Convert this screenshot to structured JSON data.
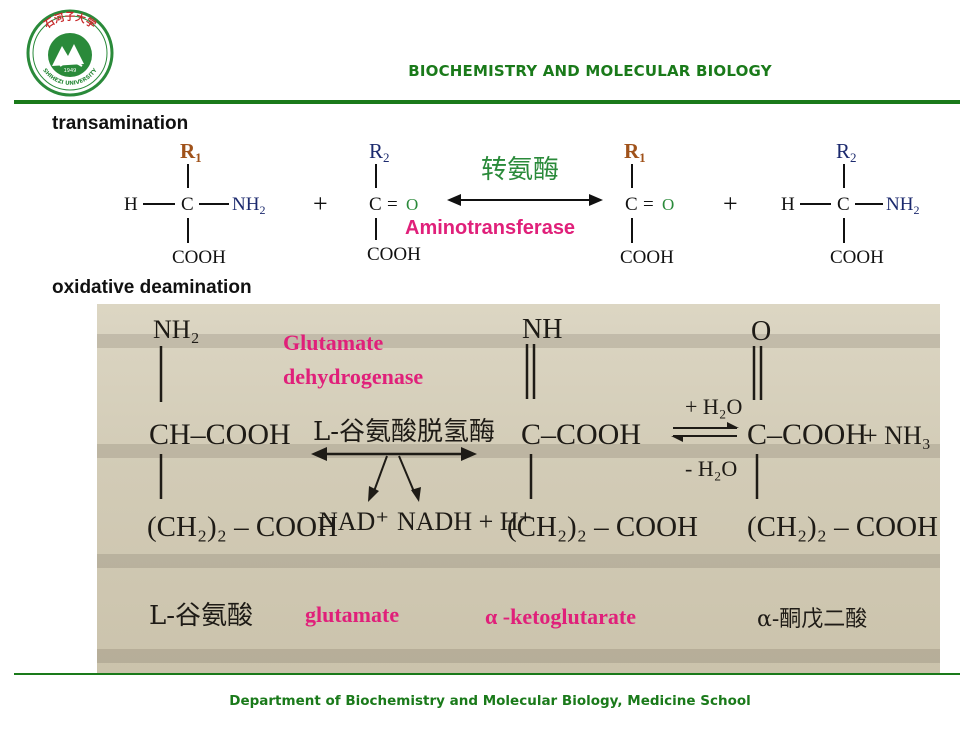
{
  "header": {
    "title": "BIOCHEMISTRY  AND MOLECULAR BIOLOGY"
  },
  "logo": {
    "seal_text": "石河子大学",
    "ring_text": "SHIHEZI UNIVERSITY",
    "year": "1949"
  },
  "sections": {
    "transamination": {
      "label": "transamination"
    },
    "oxidative": {
      "label": "oxidative deamination"
    }
  },
  "transamination_eq": {
    "mol1": {
      "r": "R",
      "r_sub": "1",
      "h": "H",
      "c": "C",
      "nh2": "NH",
      "nh2_sub": "2",
      "cooh": "COOH"
    },
    "plus": "+",
    "mol2": {
      "r": "R",
      "r_sub": "2",
      "c": "C",
      "eq": "=",
      "o": "O",
      "cooh": "COOH"
    },
    "enzyme_cn": "转氨酶",
    "enzyme_en": "Aminotransferase",
    "mol3": {
      "r": "R",
      "r_sub": "1",
      "c": "C",
      "eq": "=",
      "o": "O",
      "cooh": "COOH"
    },
    "mol4": {
      "r": "R",
      "r_sub": "2",
      "h": "H",
      "c": "C",
      "nh2": "NH",
      "nh2_sub": "2",
      "cooh": "COOH"
    }
  },
  "oxidative_eq": {
    "enzyme_en_line1": "Glutamate",
    "enzyme_en_line2": "dehydrogenase",
    "enzyme_cn": "L-谷氨酸脱氢酶",
    "nh2": "NH₂",
    "ch_cooh": "CH–COOH",
    "ch2_cooh_left": "(CH₂)₂ – COOH",
    "nad": "NAD⁺",
    "nadh": "NADH + H⁺",
    "nh": "NH",
    "c_cooh_mid": "C–COOH",
    "ch2_cooh_mid": "(CH₂)₂ – COOH",
    "plus_h2o": "+ H₂O",
    "minus_h2o": "- H₂O",
    "o": "O",
    "c_cooh_right": "C–COOH",
    "plus_nh3": "+ NH₃",
    "ch2_cooh_right": "(CH₂)₂ – COOH",
    "l_glu_cn": "L-谷氨酸",
    "glutamate": "glutamate",
    "akg": "α -ketoglutarate",
    "akg_cn": "α-酮戊二酸"
  },
  "footer": {
    "text": "Department of Biochemistry and Molecular Biology, Medicine School"
  },
  "colors": {
    "green": "#1a7a1a",
    "magenta": "#e0207a",
    "brown": "#a0521a",
    "navy": "#1c2a6e",
    "logo_green": "#2a8a3a",
    "logo_red": "#c8282a"
  }
}
